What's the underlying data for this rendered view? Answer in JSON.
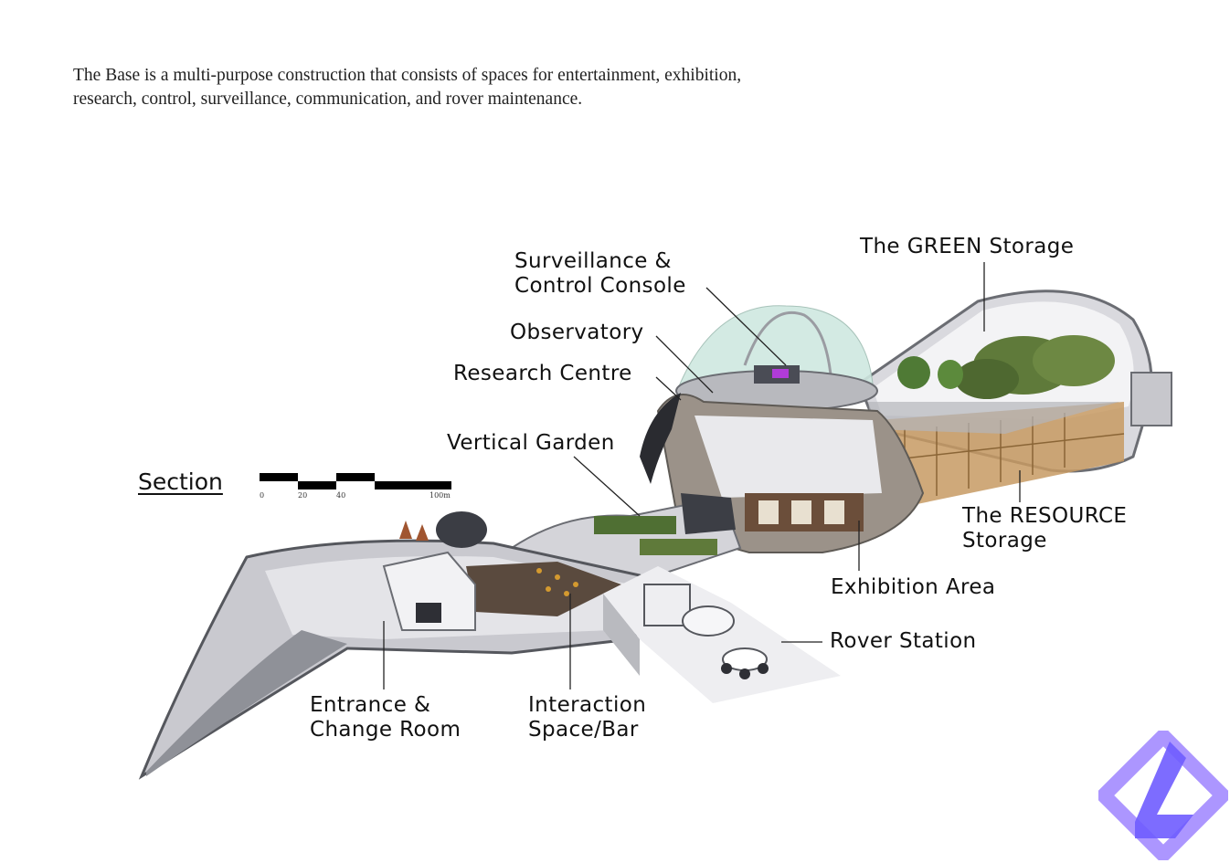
{
  "intro": {
    "line1": "The Base is a multi-purpose construction that consists of spaces for entertainment, exhibition,",
    "line2": "research, control, surveillance, communication, and rover maintenance."
  },
  "section": {
    "title": "Section",
    "scale_ticks": [
      "0",
      "20",
      "40",
      "100m"
    ]
  },
  "labels": {
    "surveillance": [
      "Surveillance &",
      "Control Console"
    ],
    "green_storage": "The GREEN Storage",
    "observatory": "Observatory",
    "research": "Research Centre",
    "vertical_garden": "Vertical Garden",
    "resource_storage": [
      "The RESOURCE",
      "Storage"
    ],
    "exhibition": "Exhibition Area",
    "rover": "Rover Station",
    "entrance": [
      "Entrance &",
      "Change Room"
    ],
    "interaction": [
      "Interaction",
      "Space/Bar"
    ]
  },
  "colors": {
    "structure": "#c9c9cf",
    "structure_dark": "#7d7f86",
    "dome": "#cfe8e0",
    "foliage": "#5f7a3a",
    "storage": "#c79a63",
    "logo_primary": "#6f5cff",
    "logo_secondary": "#a38bff"
  }
}
